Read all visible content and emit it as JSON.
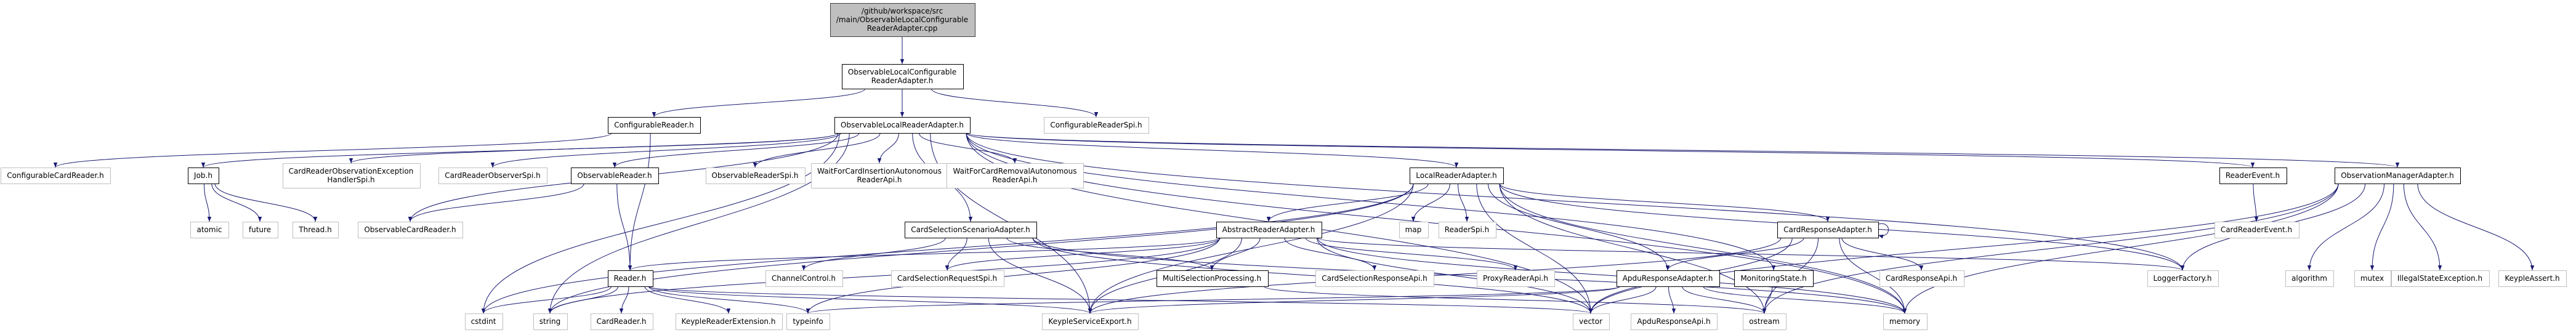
{
  "graph": {
    "colors": {
      "root_fill": "#bfbfbf",
      "root_stroke": "#404040",
      "internal_stroke": "#000000",
      "external_stroke": "#bfbfbf",
      "fill": "#ffffff",
      "edge": "#191970"
    },
    "nodes": [
      {
        "id": "root",
        "kind": "root",
        "lines": [
          "/github/workspace/src",
          "/main/ObservableLocalConfigurable",
          "ReaderAdapter.cpp"
        ]
      },
      {
        "id": "olcra_h",
        "kind": "internal",
        "lines": [
          "ObservableLocalConfigurable",
          "ReaderAdapter.h"
        ]
      },
      {
        "id": "configurable_reader_h",
        "kind": "internal",
        "lines": [
          "ConfigurableReader.h"
        ]
      },
      {
        "id": "olra_h",
        "kind": "internal",
        "lines": [
          "ObservableLocalReaderAdapter.h"
        ]
      },
      {
        "id": "configurable_reader_spi_h",
        "kind": "external",
        "lines": [
          "ConfigurableReaderSpi.h"
        ]
      },
      {
        "id": "configurable_card_reader_h",
        "kind": "external",
        "lines": [
          "ConfigurableCardReader.h"
        ]
      },
      {
        "id": "job_h",
        "kind": "internal",
        "lines": [
          "Job.h"
        ]
      },
      {
        "id": "crolehs_h",
        "kind": "external",
        "lines": [
          "CardReaderObservationException",
          "HandlerSpi.h"
        ]
      },
      {
        "id": "crobs_spi_h",
        "kind": "external",
        "lines": [
          "CardReaderObserverSpi.h"
        ]
      },
      {
        "id": "observable_reader_h",
        "kind": "internal",
        "lines": [
          "ObservableReader.h"
        ]
      },
      {
        "id": "observable_reader_spi_h",
        "kind": "external",
        "lines": [
          "ObservableReaderSpi.h"
        ]
      },
      {
        "id": "wfcia_h",
        "kind": "external",
        "lines": [
          "WaitForCardInsertionAutonomous",
          "ReaderApi.h"
        ]
      },
      {
        "id": "wfcra_h",
        "kind": "external",
        "lines": [
          "WaitForCardRemovalAutonomous",
          "ReaderApi.h"
        ]
      },
      {
        "id": "lra_h",
        "kind": "internal",
        "lines": [
          "LocalReaderAdapter.h"
        ]
      },
      {
        "id": "reader_event_h",
        "kind": "internal",
        "lines": [
          "ReaderEvent.h"
        ]
      },
      {
        "id": "oma_h",
        "kind": "internal",
        "lines": [
          "ObservationManagerAdapter.h"
        ]
      },
      {
        "id": "atomic",
        "kind": "external",
        "lines": [
          "atomic"
        ]
      },
      {
        "id": "future",
        "kind": "external",
        "lines": [
          "future"
        ]
      },
      {
        "id": "thread_h",
        "kind": "external",
        "lines": [
          "Thread.h"
        ]
      },
      {
        "id": "observable_card_reader_h",
        "kind": "external",
        "lines": [
          "ObservableCardReader.h"
        ]
      },
      {
        "id": "cssa_h",
        "kind": "internal",
        "lines": [
          "CardSelectionScenarioAdapter.h"
        ]
      },
      {
        "id": "map",
        "kind": "external",
        "lines": [
          "map"
        ]
      },
      {
        "id": "reader_spi_h",
        "kind": "external",
        "lines": [
          "ReaderSpi.h"
        ]
      },
      {
        "id": "ara_h",
        "kind": "internal",
        "lines": [
          "AbstractReaderAdapter.h"
        ]
      },
      {
        "id": "cra_h",
        "kind": "internal",
        "lines": [
          "CardResponseAdapter.h"
        ]
      },
      {
        "id": "card_reader_event_h",
        "kind": "external",
        "lines": [
          "CardReaderEvent.h"
        ]
      },
      {
        "id": "reader_h",
        "kind": "internal",
        "lines": [
          "Reader.h"
        ]
      },
      {
        "id": "channel_control_h",
        "kind": "external",
        "lines": [
          "ChannelControl.h"
        ]
      },
      {
        "id": "csr_spi_h",
        "kind": "external",
        "lines": [
          "CardSelectionRequestSpi.h"
        ]
      },
      {
        "id": "msp_h",
        "kind": "internal",
        "lines": [
          "MultiSelectionProcessing.h"
        ]
      },
      {
        "id": "csresp_api_h",
        "kind": "external",
        "lines": [
          "CardSelectionResponseApi.h"
        ]
      },
      {
        "id": "proxy_reader_api_h",
        "kind": "external",
        "lines": [
          "ProxyReaderApi.h"
        ]
      },
      {
        "id": "apdu_ra_h",
        "kind": "internal",
        "lines": [
          "ApduResponseAdapter.h"
        ]
      },
      {
        "id": "monitoring_state_h",
        "kind": "internal",
        "lines": [
          "MonitoringState.h"
        ]
      },
      {
        "id": "card_response_api_h",
        "kind": "external",
        "lines": [
          "CardResponseApi.h"
        ]
      },
      {
        "id": "logger_factory_h",
        "kind": "external",
        "lines": [
          "LoggerFactory.h"
        ]
      },
      {
        "id": "algorithm",
        "kind": "external",
        "lines": [
          "algorithm"
        ]
      },
      {
        "id": "mutex",
        "kind": "external",
        "lines": [
          "mutex"
        ]
      },
      {
        "id": "ise_h",
        "kind": "external",
        "lines": [
          "IllegalStateException.h"
        ]
      },
      {
        "id": "keyple_assert_h",
        "kind": "external",
        "lines": [
          "KeypleAssert.h"
        ]
      },
      {
        "id": "cstdint",
        "kind": "external",
        "lines": [
          "cstdint"
        ]
      },
      {
        "id": "string",
        "kind": "external",
        "lines": [
          "string"
        ]
      },
      {
        "id": "card_reader_h",
        "kind": "external",
        "lines": [
          "CardReader.h"
        ]
      },
      {
        "id": "kre_h",
        "kind": "external",
        "lines": [
          "KeypleReaderExtension.h"
        ]
      },
      {
        "id": "typeinfo",
        "kind": "external",
        "lines": [
          "typeinfo"
        ]
      },
      {
        "id": "kse_h",
        "kind": "external",
        "lines": [
          "KeypleServiceExport.h"
        ]
      },
      {
        "id": "vector",
        "kind": "external",
        "lines": [
          "vector"
        ]
      },
      {
        "id": "apdu_response_api_h",
        "kind": "external",
        "lines": [
          "ApduResponseApi.h"
        ]
      },
      {
        "id": "ostream",
        "kind": "external",
        "lines": [
          "ostream"
        ]
      },
      {
        "id": "memory",
        "kind": "external",
        "lines": [
          "memory"
        ]
      }
    ],
    "edges": [
      [
        "root",
        "olcra_h"
      ],
      [
        "olcra_h",
        "configurable_reader_h"
      ],
      [
        "olcra_h",
        "olra_h"
      ],
      [
        "olcra_h",
        "configurable_reader_spi_h"
      ],
      [
        "configurable_reader_h",
        "configurable_card_reader_h"
      ],
      [
        "configurable_reader_h",
        "reader_h"
      ],
      [
        "olra_h",
        "job_h"
      ],
      [
        "olra_h",
        "crolehs_h"
      ],
      [
        "olra_h",
        "crobs_spi_h"
      ],
      [
        "olra_h",
        "observable_reader_h"
      ],
      [
        "olra_h",
        "observable_reader_spi_h"
      ],
      [
        "olra_h",
        "wfcia_h"
      ],
      [
        "olra_h",
        "wfcra_h"
      ],
      [
        "olra_h",
        "lra_h"
      ],
      [
        "olra_h",
        "reader_event_h"
      ],
      [
        "olra_h",
        "oma_h"
      ],
      [
        "olra_h",
        "cssa_h"
      ],
      [
        "olra_h",
        "monitoring_state_h"
      ],
      [
        "olra_h",
        "logger_factory_h"
      ],
      [
        "olra_h",
        "vector"
      ],
      [
        "olra_h",
        "memory"
      ],
      [
        "olra_h",
        "string"
      ],
      [
        "olra_h",
        "cstdint"
      ],
      [
        "olra_h",
        "kse_h"
      ],
      [
        "olra_h",
        "observable_card_reader_h"
      ],
      [
        "job_h",
        "atomic"
      ],
      [
        "job_h",
        "future"
      ],
      [
        "job_h",
        "thread_h"
      ],
      [
        "observable_reader_h",
        "observable_card_reader_h"
      ],
      [
        "observable_reader_h",
        "reader_h"
      ],
      [
        "lra_h",
        "ara_h"
      ],
      [
        "lra_h",
        "map"
      ],
      [
        "lra_h",
        "reader_spi_h"
      ],
      [
        "lra_h",
        "cra_h"
      ],
      [
        "lra_h",
        "apdu_ra_h"
      ],
      [
        "lra_h",
        "logger_factory_h"
      ],
      [
        "lra_h",
        "vector"
      ],
      [
        "lra_h",
        "memory"
      ],
      [
        "lra_h",
        "ostream"
      ],
      [
        "lra_h",
        "string"
      ],
      [
        "lra_h",
        "cstdint"
      ],
      [
        "lra_h",
        "kse_h"
      ],
      [
        "reader_event_h",
        "card_reader_event_h"
      ],
      [
        "oma_h",
        "logger_factory_h"
      ],
      [
        "oma_h",
        "algorithm"
      ],
      [
        "oma_h",
        "mutex"
      ],
      [
        "oma_h",
        "ise_h"
      ],
      [
        "oma_h",
        "keyple_assert_h"
      ],
      [
        "oma_h",
        "vector"
      ],
      [
        "oma_h",
        "memory"
      ],
      [
        "oma_h",
        "ostream"
      ],
      [
        "cssa_h",
        "channel_control_h"
      ],
      [
        "cssa_h",
        "csr_spi_h"
      ],
      [
        "cssa_h",
        "msp_h"
      ],
      [
        "cssa_h",
        "vector"
      ],
      [
        "cssa_h",
        "memory"
      ],
      [
        "cssa_h",
        "kse_h"
      ],
      [
        "ara_h",
        "reader_h"
      ],
      [
        "ara_h",
        "csr_spi_h"
      ],
      [
        "ara_h",
        "msp_h"
      ],
      [
        "ara_h",
        "csresp_api_h"
      ],
      [
        "ara_h",
        "proxy_reader_api_h"
      ],
      [
        "ara_h",
        "logger_factory_h"
      ],
      [
        "ara_h",
        "typeinfo"
      ],
      [
        "ara_h",
        "kse_h"
      ],
      [
        "ara_h",
        "vector"
      ],
      [
        "ara_h",
        "memory"
      ],
      [
        "ara_h",
        "string"
      ],
      [
        "cra_h",
        "cra_h"
      ],
      [
        "cra_h",
        "card_response_api_h"
      ],
      [
        "cra_h",
        "apdu_ra_h"
      ],
      [
        "cra_h",
        "kse_h"
      ],
      [
        "cra_h",
        "vector"
      ],
      [
        "cra_h",
        "memory"
      ],
      [
        "cra_h",
        "ostream"
      ],
      [
        "reader_h",
        "card_reader_h"
      ],
      [
        "reader_h",
        "kre_h"
      ],
      [
        "reader_h",
        "typeinfo"
      ],
      [
        "reader_h",
        "string"
      ],
      [
        "reader_h",
        "kse_h"
      ],
      [
        "reader_h",
        "vector"
      ],
      [
        "reader_h",
        "cstdint"
      ],
      [
        "msp_h",
        "ostream"
      ],
      [
        "apdu_ra_h",
        "apdu_response_api_h"
      ],
      [
        "apdu_ra_h",
        "kse_h"
      ],
      [
        "apdu_ra_h",
        "vector"
      ],
      [
        "apdu_ra_h",
        "memory"
      ],
      [
        "apdu_ra_h",
        "ostream"
      ],
      [
        "apdu_ra_h",
        "typeinfo"
      ],
      [
        "monitoring_state_h",
        "ostream"
      ]
    ]
  }
}
